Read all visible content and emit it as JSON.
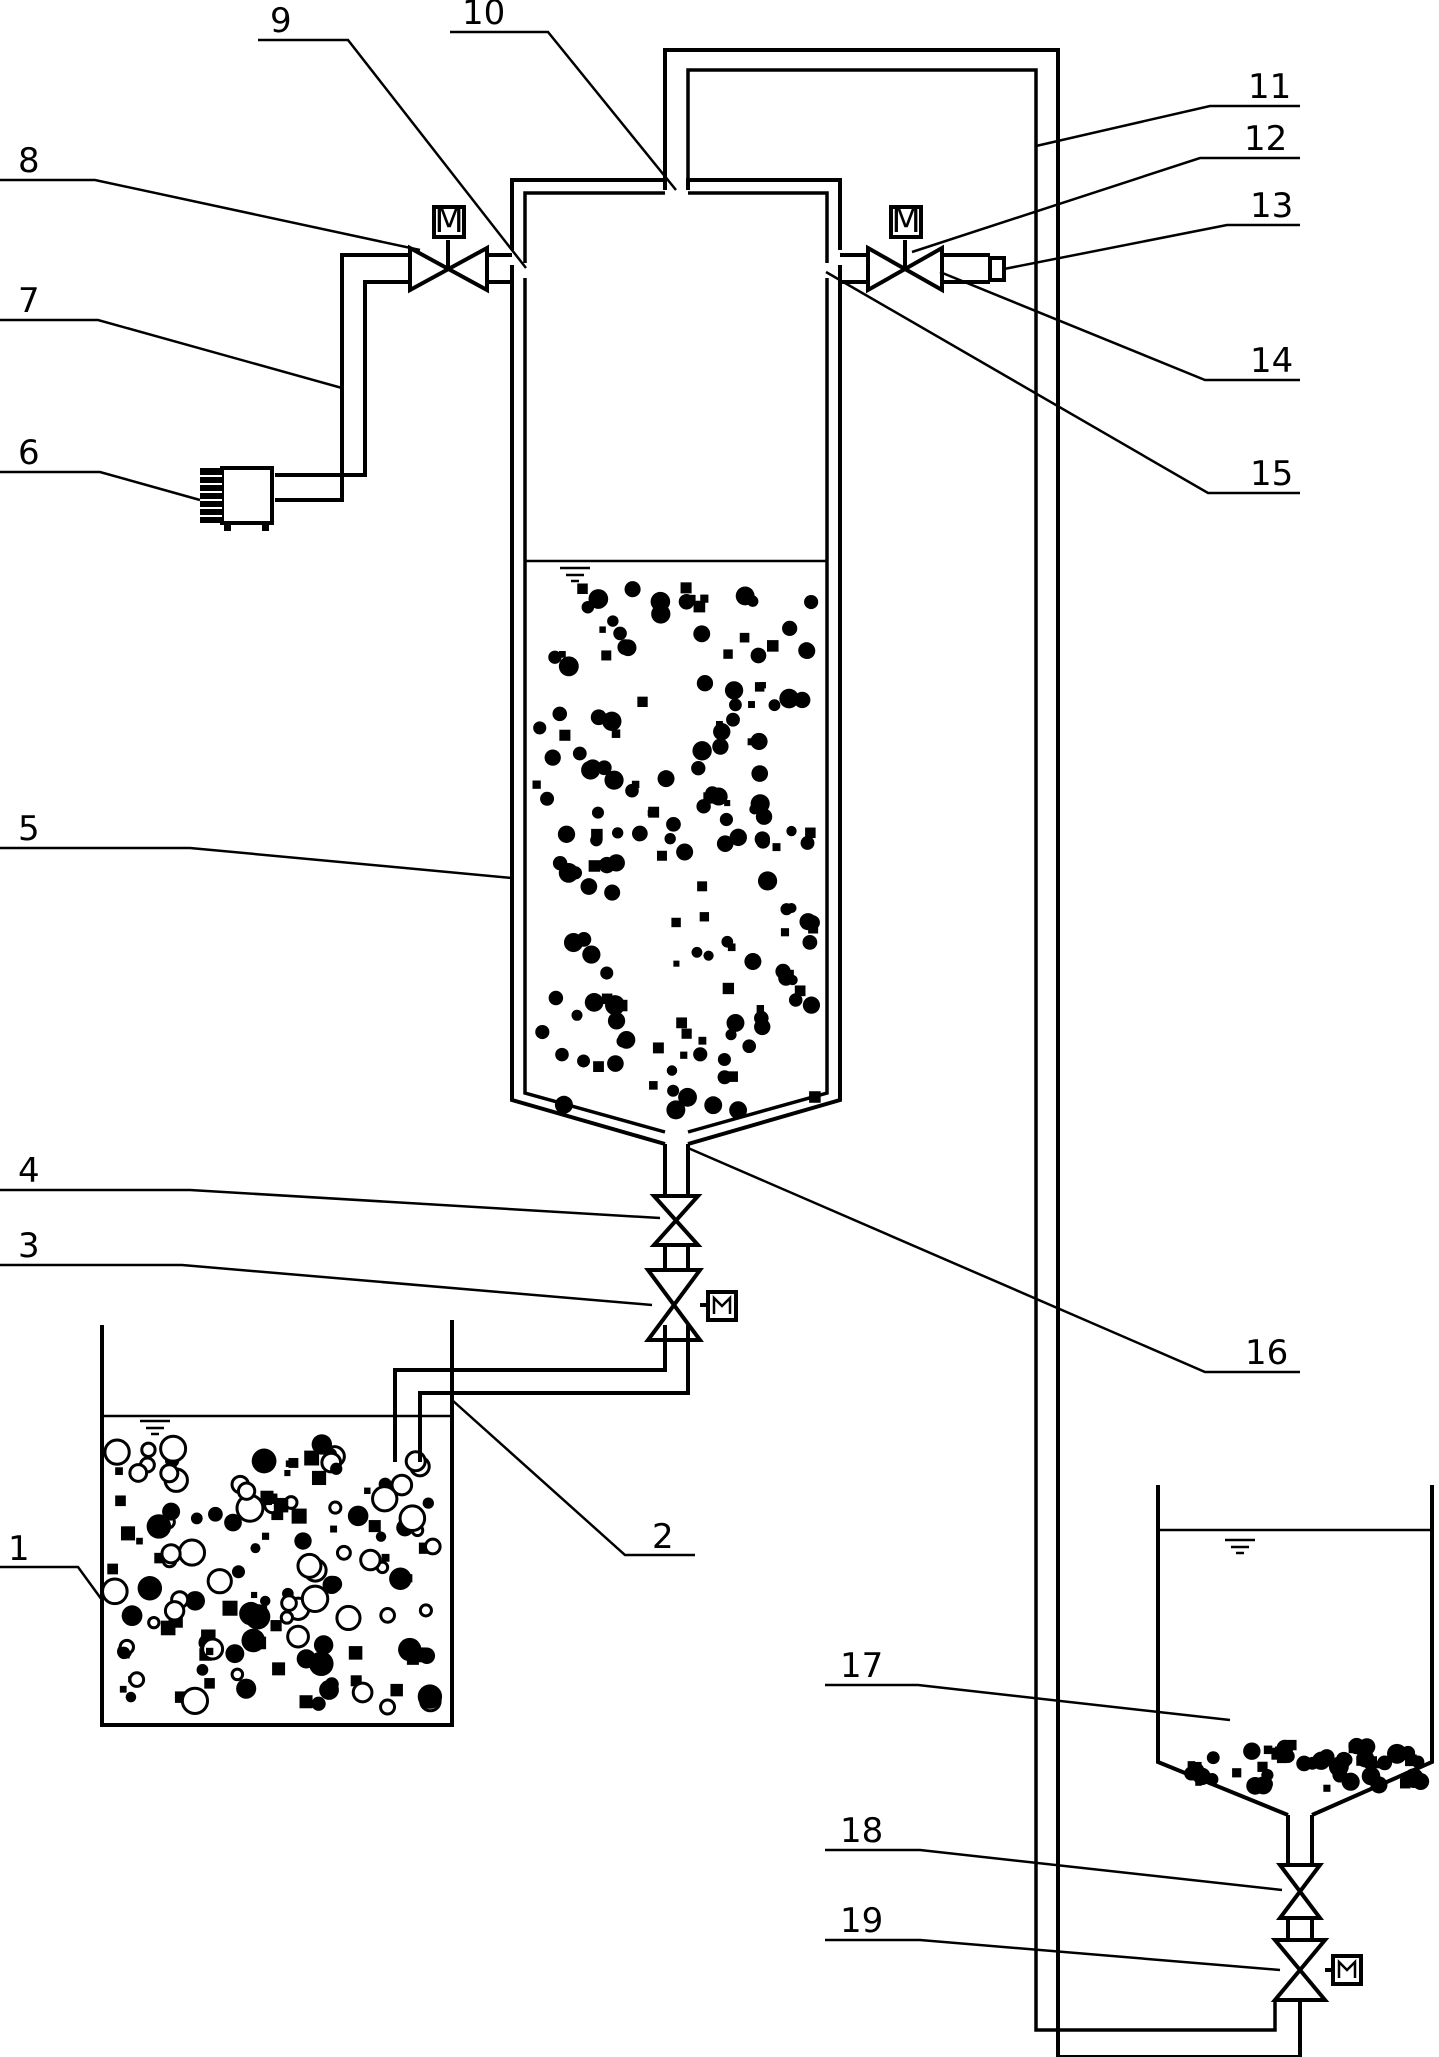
{
  "labels": [
    "1",
    "2",
    "3",
    "4",
    "5",
    "6",
    "7",
    "8",
    "9",
    "10",
    "11",
    "12",
    "13",
    "14",
    "15",
    "16",
    "17",
    "18",
    "19"
  ],
  "motor_letter": "M",
  "colors": {
    "line": "#000000",
    "background": "#ffffff"
  }
}
